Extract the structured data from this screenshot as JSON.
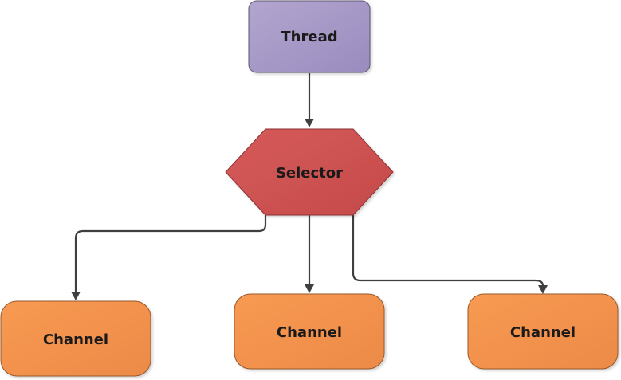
{
  "nodes": {
    "thread": {
      "label": "Thread",
      "color": "#A99BC6"
    },
    "selector": {
      "label": "Selector",
      "color": "#D05252"
    },
    "channels": [
      {
        "label": "Channel",
        "color": "#F4954F"
      },
      {
        "label": "Channel",
        "color": "#F4954F"
      },
      {
        "label": "Channel",
        "color": "#F4954F"
      }
    ]
  },
  "edges": [
    {
      "from": "Thread",
      "to": "Selector"
    },
    {
      "from": "Selector",
      "to": "Channel"
    },
    {
      "from": "Selector",
      "to": "Channel"
    },
    {
      "from": "Selector",
      "to": "Channel"
    }
  ]
}
